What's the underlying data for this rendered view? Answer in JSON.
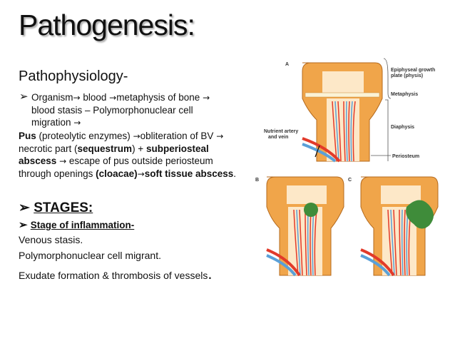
{
  "title": "Pathogenesis:",
  "subtitle": "Pathophysiology-",
  "bullet1": {
    "line1": "Organism",
    "w_blood": "blood",
    "w_meta": "metaphysis of bone",
    "line2": "blood stasis – Polymorphonuclear cell",
    "line3": "migration"
  },
  "pus": {
    "pus": "Pus",
    "t1": " (proteolytic enzymes) ",
    "t2": "obliteration of BV ",
    "l2a": "necrotic part (",
    "seq": "sequestrum",
    "l2b": ") + ",
    "subp": "subperiosteal",
    "absc": "abscess",
    "l3": " escape of pus outside periosteum",
    "l4a": "through openings ",
    "cloacae": "(cloacae)",
    "sta": "soft tissue abscess",
    "dot": "."
  },
  "stages": "STAGES:",
  "inflammation": "Stage of inflammation-",
  "lines": [
    "Venous stasis.",
    "Polymorphonuclear cell migrant.",
    "Exudate formation & thrombosis of vessels"
  ],
  "final_dot": ".",
  "figure": {
    "panel_a": "A",
    "panel_b": "B",
    "panel_c": "C",
    "epiphyseal1": "Epiphyseal growth",
    "epiphyseal2": "plate (physis)",
    "metaphysis": "Metaphysis",
    "diaphysis": "Diaphysis",
    "nutrient1": "Nutrient artery",
    "nutrient2": "and vein",
    "periosteum": "Periosteum"
  },
  "colors": {
    "bone": "#f0a54a",
    "marrow": "#fde8c8",
    "artery": "#e23a2a",
    "vein": "#5aa0d8",
    "abscess": "#3f8c3a"
  },
  "icons": {
    "bullet": "arrow-bullet-icon",
    "arrow": "right-arrow-icon"
  }
}
